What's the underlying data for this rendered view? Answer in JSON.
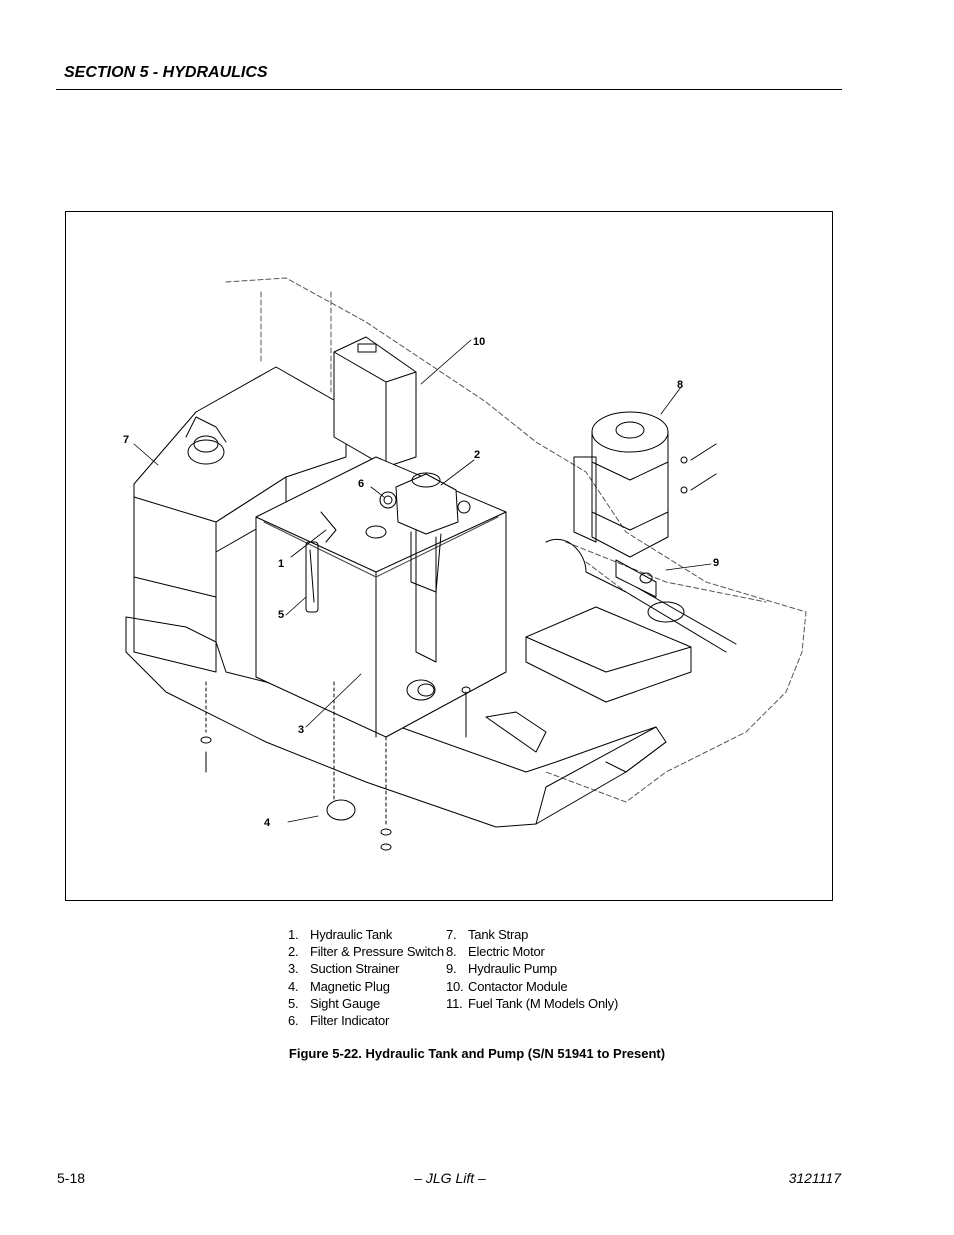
{
  "header": {
    "section_title": "SECTION 5 - HYDRAULICS"
  },
  "figure": {
    "callouts": [
      "1",
      "2",
      "3",
      "4",
      "5",
      "6",
      "7",
      "8",
      "9",
      "10"
    ],
    "legend": [
      {
        "num": "1.",
        "label": "Hydraulic Tank"
      },
      {
        "num": "2.",
        "label": "Filter & Pressure Switch"
      },
      {
        "num": "3.",
        "label": "Suction Strainer"
      },
      {
        "num": "4.",
        "label": "Magnetic Plug"
      },
      {
        "num": "5.",
        "label": "Sight Gauge"
      },
      {
        "num": "6.",
        "label": "Filter Indicator"
      },
      {
        "num": "7.",
        "label": "Tank Strap"
      },
      {
        "num": "8.",
        "label": "Electric Motor"
      },
      {
        "num": "9.",
        "label": "Hydraulic Pump"
      },
      {
        "num": "10.",
        "label": "Contactor Module"
      },
      {
        "num": "11.",
        "label": "Fuel Tank (M Models Only)"
      }
    ],
    "caption": "Figure 5-22.  Hydraulic Tank and Pump (S/N 51941 to Present)"
  },
  "footer": {
    "page_number": "5-18",
    "center": "– JLG Lift –",
    "doc_number": "3121117"
  }
}
